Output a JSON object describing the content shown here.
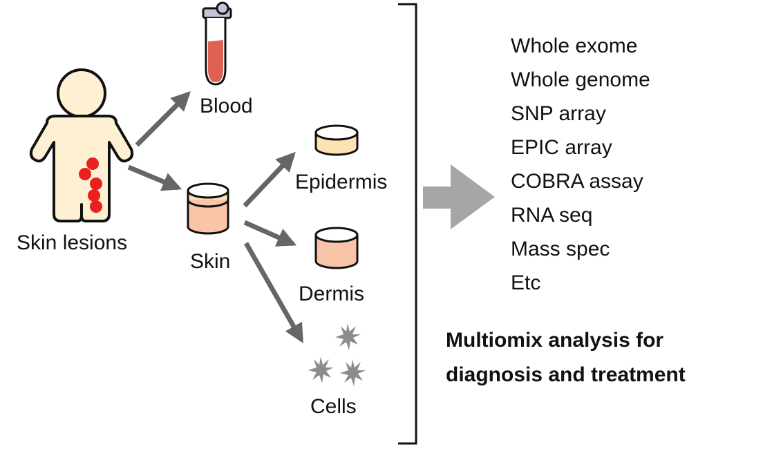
{
  "labels": {
    "skin_lesions": "Skin lesions",
    "blood": "Blood",
    "skin": "Skin",
    "epidermis": "Epidermis",
    "dermis": "Dermis",
    "cells": "Cells"
  },
  "methods": [
    "Whole exome",
    "Whole genome",
    "SNP array",
    "EPIC array",
    "COBRA assay",
    "RNA seq",
    "Mass spec",
    "Etc"
  ],
  "conclusion": {
    "line1": "Multiomix analysis for",
    "line2": "diagnosis and treatment"
  },
  "colors": {
    "arrow": "#666666",
    "big_arrow": "#a6a6a6",
    "body_fill": "#fdf0d3",
    "outline": "#111111",
    "lesion": "#e8211f",
    "blood": "#e06052",
    "tube_cap": "#c8c2d8",
    "epidermis": "#fde3b4",
    "dermis": "#fac4a8",
    "cells": "#8c8c8c"
  },
  "icons": [
    "person-icon",
    "blood-tube-icon",
    "skin-sample-icon",
    "epidermis-sample-icon",
    "dermis-sample-icon",
    "cells-icon"
  ]
}
